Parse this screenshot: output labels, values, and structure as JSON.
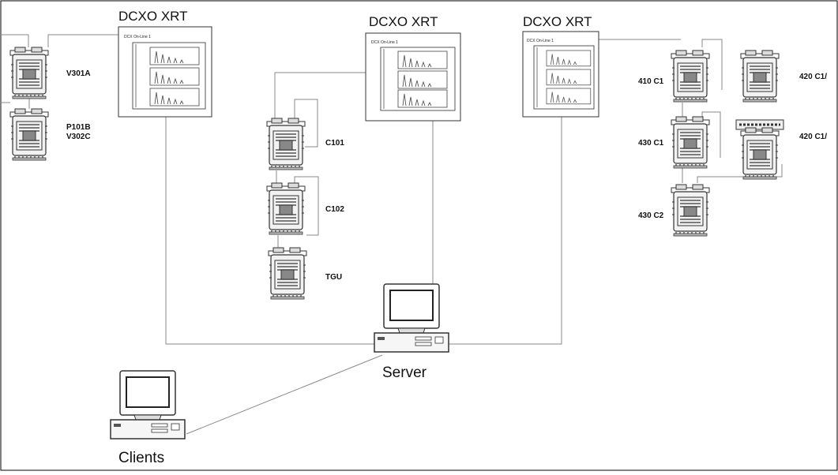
{
  "diagram": {
    "stations": [
      {
        "title": "DCXO XRT",
        "window_title": "DCX On-Line 1"
      },
      {
        "title": "DCXO XRT",
        "window_title": "DCX On-Line 1"
      },
      {
        "title": "DCXO XRT",
        "window_title": "DCX On-Line 1"
      }
    ],
    "devices": [
      {
        "label": "V301A"
      },
      {
        "label": "P101B"
      },
      {
        "label": "V302C"
      },
      {
        "label": "C101"
      },
      {
        "label": "C102"
      },
      {
        "label": "TGU"
      },
      {
        "label": "410 C1"
      },
      {
        "label": "430 C1"
      },
      {
        "label": "430 C2"
      },
      {
        "label": "420 C1/"
      },
      {
        "label": "420 C1/"
      }
    ],
    "server_label": "Server",
    "clients_label": "Clients"
  },
  "colors": {
    "background": "#ffffff",
    "line": "#8a8a8a",
    "ink": "#111111"
  }
}
